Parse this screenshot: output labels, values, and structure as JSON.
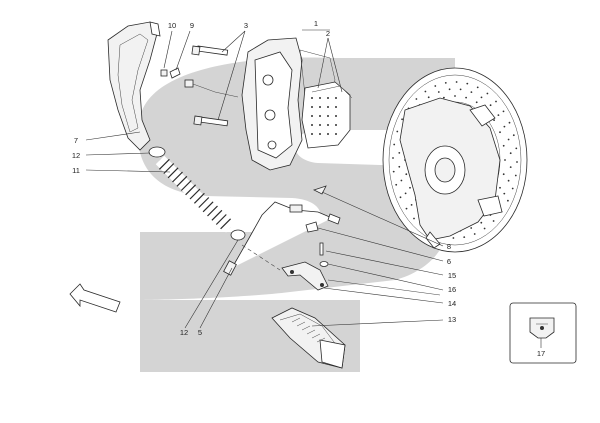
{
  "watermark": {
    "color": "#d4d4d4"
  },
  "callouts": [
    {
      "id": "1",
      "text": "1"
    },
    {
      "id": "2",
      "text": "2"
    },
    {
      "id": "3",
      "text": "3"
    },
    {
      "id": "5",
      "text": "5"
    },
    {
      "id": "6",
      "text": "6"
    },
    {
      "id": "7",
      "text": "7"
    },
    {
      "id": "8",
      "text": "8"
    },
    {
      "id": "9",
      "text": "9"
    },
    {
      "id": "10",
      "text": "10"
    },
    {
      "id": "11",
      "text": "11"
    },
    {
      "id": "12a",
      "text": "12"
    },
    {
      "id": "12b",
      "text": "12"
    },
    {
      "id": "13",
      "text": "13"
    },
    {
      "id": "14",
      "text": "14"
    },
    {
      "id": "15",
      "text": "15"
    },
    {
      "id": "16",
      "text": "16"
    },
    {
      "id": "17",
      "text": "17"
    }
  ],
  "icons": {
    "direction_arrow": "front-direction-arrow-icon",
    "inset_part": "clip-part-icon"
  }
}
